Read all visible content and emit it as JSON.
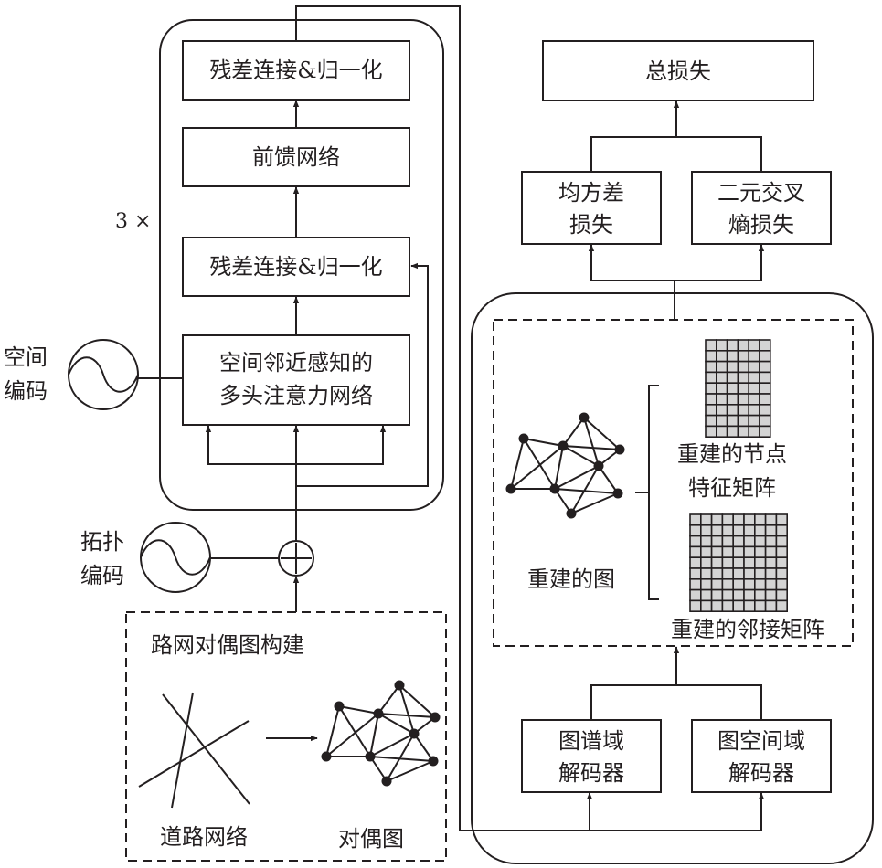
{
  "colors": {
    "stroke": "#231f20",
    "matrix_fill": "#d4d4d4",
    "background": "#ffffff"
  },
  "encoder": {
    "repeat_label": "3 ×",
    "blocks": {
      "add_norm_top": "残差连接&归一化",
      "feed_forward": "前馈网络",
      "add_norm_bottom": "残差连接&归一化",
      "attention_line1": "空间邻近感知的",
      "attention_line2": "多头注意力网络"
    }
  },
  "spatial_encoding": {
    "line1": "空间",
    "line2": "编码",
    "icon": "sine-wave-circle-icon"
  },
  "topology_encoding": {
    "line1": "拓扑",
    "line2": "编码",
    "icon": "sine-wave-circle-icon"
  },
  "sum_node": {
    "icon": "circle-plus-icon"
  },
  "dual_graph_construction": {
    "title": "路网对偶图构建",
    "road_network_label": "道路网络",
    "dual_graph_label": "对偶图"
  },
  "loss": {
    "total": "总损失",
    "mse_line1": "均方差",
    "mse_line2": "损失",
    "bce_line1": "二元交叉",
    "bce_line2": "熵损失"
  },
  "reconstruction": {
    "graph_label": "重建的图",
    "feature_matrix_line1": "重建的节点",
    "feature_matrix_line2": "特征矩阵",
    "adjacency_label": "重建的邻接矩阵",
    "feature_matrix_grid": {
      "rows": 9,
      "cols": 6
    },
    "adjacency_matrix_grid": {
      "rows": 9,
      "cols": 9
    }
  },
  "decoders": {
    "spectral_line1": "图谱域",
    "spectral_line2": "解码器",
    "spatial_line1": "图空间域",
    "spatial_line2": "解码器"
  }
}
